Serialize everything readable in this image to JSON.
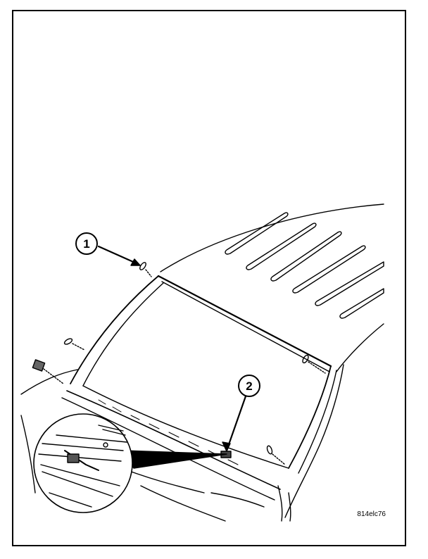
{
  "callouts": [
    {
      "number": "1"
    },
    {
      "number": "2"
    }
  ],
  "reference_code": "814elc76",
  "colors": {
    "line": "#000000",
    "background": "#ffffff"
  }
}
